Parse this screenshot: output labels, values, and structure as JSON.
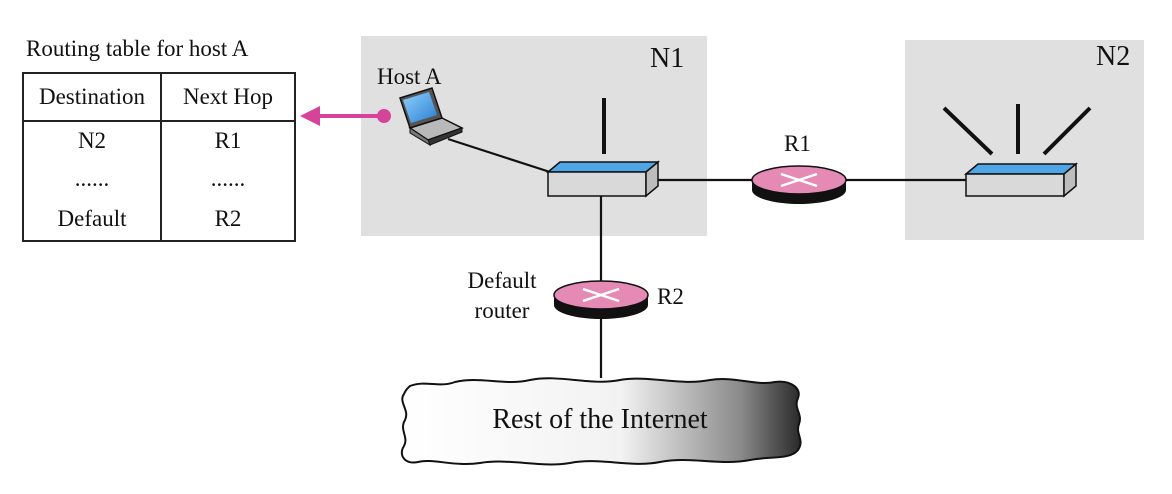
{
  "routing_table": {
    "caption": "Routing table for host A",
    "headers": [
      "Destination",
      "Next Hop"
    ],
    "rows": [
      [
        "N2",
        "R1"
      ],
      [
        "......",
        "......"
      ],
      [
        "Default",
        "R2"
      ]
    ]
  },
  "labels": {
    "n1": "N1",
    "n2": "N2",
    "host_a": "Host A",
    "r1": "R1",
    "r2": "R2",
    "default_router_line1": "Default",
    "default_router_line2": "router",
    "internet": "Rest of the Internet"
  },
  "colors": {
    "network_bg": "#e0e0e0",
    "router_fill": "#e58ab4",
    "switch_top": "#4fa6e6",
    "arrow": "#d6449a",
    "line": "#111111"
  }
}
